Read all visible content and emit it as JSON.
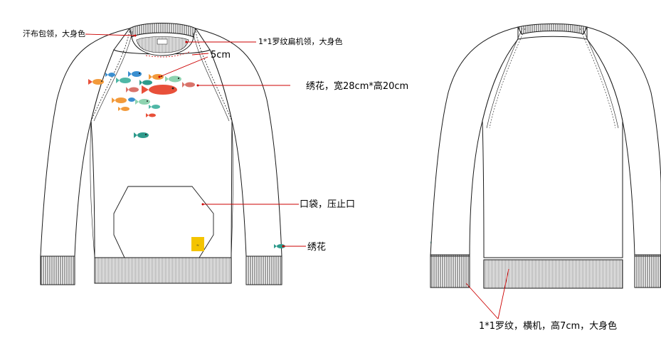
{
  "labels": {
    "collar_binding": "汗布包领，大身色",
    "collar_rib": "1*1罗纹扁机领，大身色",
    "fish_size": "5cm",
    "embroidery_size": "绣花，宽28cm*高20cm",
    "pocket": "口袋，压止口",
    "sleeve_embroidery": "绣花",
    "bottom_rib": "1*1罗纹，横机，高7cm，大身色"
  },
  "colors": {
    "outline": "#1a1a1a",
    "leader_line": "#cc0000",
    "rib": "#555555",
    "patch": "#f4c400",
    "fish": [
      "#e8503a",
      "#f29a3b",
      "#4fb7a6",
      "#3a8fd0",
      "#8ed3b0",
      "#d9736a",
      "#2e9b8c"
    ]
  }
}
